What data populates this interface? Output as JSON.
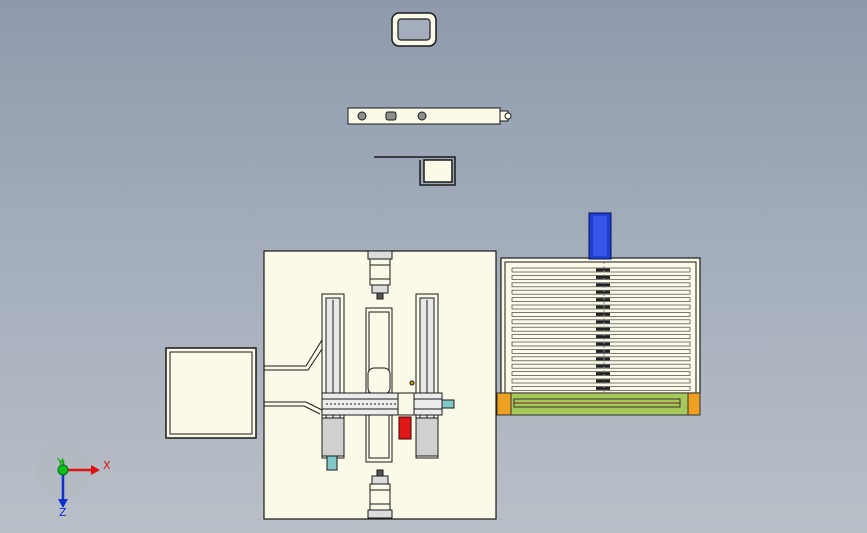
{
  "viewport": {
    "background_top": "#8e9aac",
    "background_bottom": "#b9bfc7",
    "part_fill": "#fbf9e8",
    "outline": "#1a1a1a"
  },
  "triad": {
    "x_label": "X",
    "y_label": "Y",
    "z_label": "Z",
    "x_color": "#e01010",
    "y_color": "#10b010",
    "z_color": "#1030d0"
  },
  "parts": {
    "ring_clip": "rectangular-ring-clip",
    "slotted_link": "slotted-link-bar",
    "bent_hook": "bent-wire-hook",
    "base_plate": "main-base-plate",
    "side_plate": "side-plate",
    "comb_stack": "comb-slat-stack",
    "cylinder_blue": "blue-pneumatic-cylinder",
    "marker_red": "red-marker-block",
    "guide_green": "green-guide-rail",
    "end_block_orange": "orange-end-block"
  },
  "colors": {
    "blue": "#1f3fd0",
    "red": "#e01818",
    "green": "#a6c85a",
    "orange": "#f0a020",
    "teal": "#7ec8c8"
  }
}
